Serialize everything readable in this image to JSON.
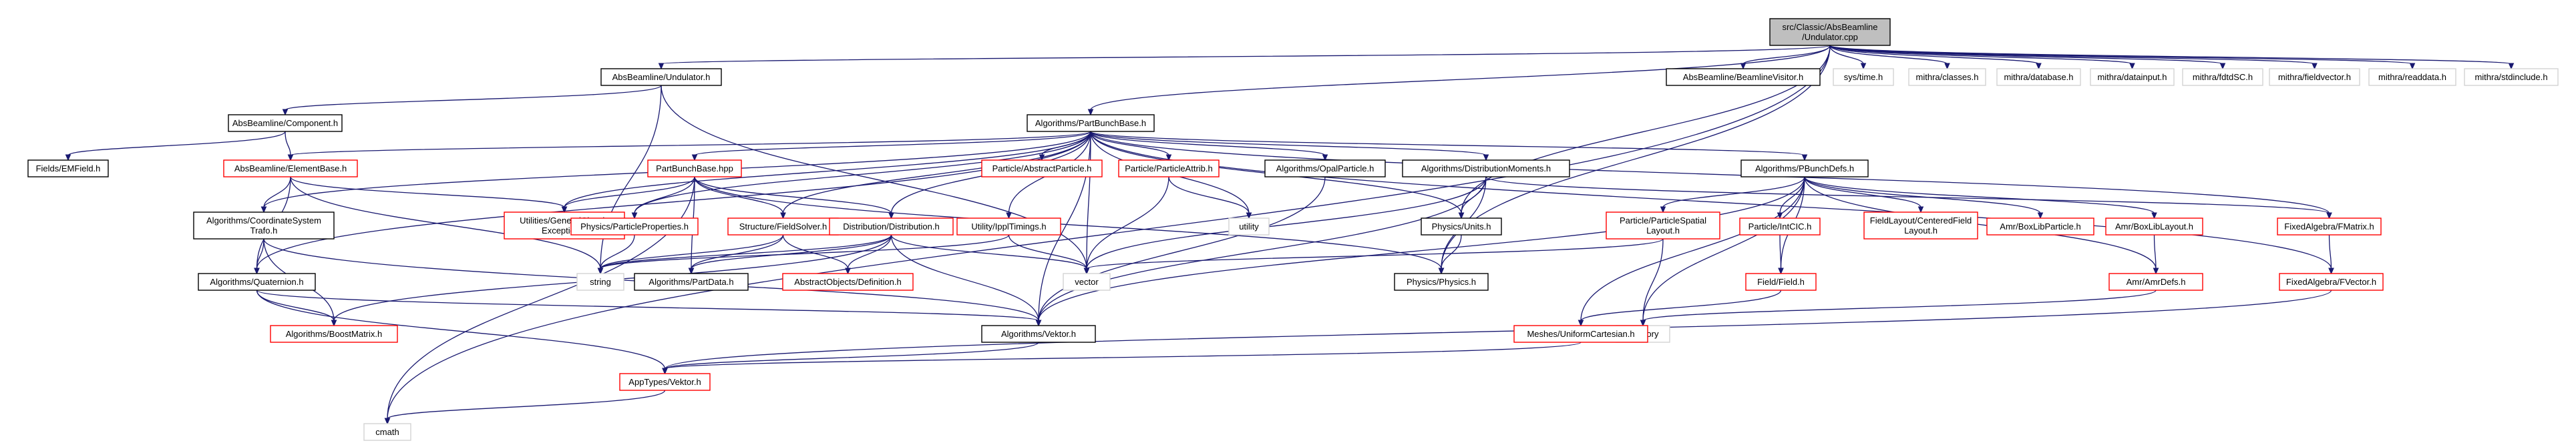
{
  "diagram": {
    "type": "include-dependency-graph",
    "colors": {
      "edge": "#191970",
      "root_fill": "#bfbfbf",
      "documented_border": "#000000",
      "truncated_border": "#ff0000",
      "system_border": "#d3d3d3"
    },
    "nodes": [
      {
        "id": "n0",
        "lines": [
          "src/Classic/AbsBeamline",
          "/Undulator.cpp"
        ],
        "style": "root"
      },
      {
        "id": "n1",
        "lines": [
          "AbsBeamline/Undulator.h"
        ],
        "style": "black"
      },
      {
        "id": "n2",
        "lines": [
          "AbsBeamline/BeamlineVisitor.h"
        ],
        "style": "black"
      },
      {
        "id": "n3",
        "lines": [
          "sys/time.h"
        ],
        "style": "plain"
      },
      {
        "id": "n4",
        "lines": [
          "mithra/classes.h"
        ],
        "style": "plain"
      },
      {
        "id": "n5",
        "lines": [
          "mithra/database.h"
        ],
        "style": "plain"
      },
      {
        "id": "n6",
        "lines": [
          "mithra/datainput.h"
        ],
        "style": "plain"
      },
      {
        "id": "n7",
        "lines": [
          "mithra/fdtdSC.h"
        ],
        "style": "plain"
      },
      {
        "id": "n8",
        "lines": [
          "mithra/fieldvector.h"
        ],
        "style": "plain"
      },
      {
        "id": "n9",
        "lines": [
          "mithra/readdata.h"
        ],
        "style": "plain"
      },
      {
        "id": "n10",
        "lines": [
          "mithra/stdinclude.h"
        ],
        "style": "plain"
      },
      {
        "id": "n11",
        "lines": [
          "AbsBeamline/Component.h"
        ],
        "style": "black"
      },
      {
        "id": "n12",
        "lines": [
          "Algorithms/PartBunchBase.h"
        ],
        "style": "black"
      },
      {
        "id": "n13",
        "lines": [
          "Fields/EMField.h"
        ],
        "style": "black"
      },
      {
        "id": "n14",
        "lines": [
          "AbsBeamline/ElementBase.h"
        ],
        "style": "red"
      },
      {
        "id": "n15",
        "lines": [
          "PartBunchBase.hpp"
        ],
        "style": "red"
      },
      {
        "id": "n16",
        "lines": [
          "Particle/AbstractParticle.h"
        ],
        "style": "red"
      },
      {
        "id": "n17",
        "lines": [
          "Particle/ParticleAttrib.h"
        ],
        "style": "red"
      },
      {
        "id": "n18",
        "lines": [
          "Algorithms/OpalParticle.h"
        ],
        "style": "black"
      },
      {
        "id": "n19",
        "lines": [
          "Algorithms/DistributionMoments.h"
        ],
        "style": "black"
      },
      {
        "id": "n20",
        "lines": [
          "Algorithms/PBunchDefs.h"
        ],
        "style": "black"
      },
      {
        "id": "n21",
        "lines": [
          "Algorithms/CoordinateSystem",
          "Trafo.h"
        ],
        "style": "black"
      },
      {
        "id": "n22",
        "lines": [
          "Utilities/GeneralClassic",
          "Exception.h"
        ],
        "style": "red"
      },
      {
        "id": "n23",
        "lines": [
          "Physics/ParticleProperties.h"
        ],
        "style": "red"
      },
      {
        "id": "n24",
        "lines": [
          "Structure/FieldSolver.h"
        ],
        "style": "red"
      },
      {
        "id": "n25",
        "lines": [
          "Distribution/Distribution.h"
        ],
        "style": "red"
      },
      {
        "id": "n26",
        "lines": [
          "Utility/IpplTimings.h"
        ],
        "style": "red"
      },
      {
        "id": "n27",
        "lines": [
          "utility"
        ],
        "style": "plain"
      },
      {
        "id": "n28",
        "lines": [
          "Physics/Units.h"
        ],
        "style": "black"
      },
      {
        "id": "n29",
        "lines": [
          "Particle/ParticleSpatial",
          "Layout.h"
        ],
        "style": "red"
      },
      {
        "id": "n30",
        "lines": [
          "Particle/IntCIC.h"
        ],
        "style": "red"
      },
      {
        "id": "n31",
        "lines": [
          "FieldLayout/CenteredField",
          "Layout.h"
        ],
        "style": "red"
      },
      {
        "id": "n32",
        "lines": [
          "Amr/BoxLibParticle.h"
        ],
        "style": "red"
      },
      {
        "id": "n33",
        "lines": [
          "Amr/BoxLibLayout.h"
        ],
        "style": "red"
      },
      {
        "id": "n34",
        "lines": [
          "FixedAlgebra/FMatrix.h"
        ],
        "style": "red"
      },
      {
        "id": "n35",
        "lines": [
          "Algorithms/Quaternion.h"
        ],
        "style": "black"
      },
      {
        "id": "n36",
        "lines": [
          "string"
        ],
        "style": "plain"
      },
      {
        "id": "n37",
        "lines": [
          "Algorithms/PartData.h"
        ],
        "style": "black"
      },
      {
        "id": "n38",
        "lines": [
          "AbstractObjects/Definition.h"
        ],
        "style": "red"
      },
      {
        "id": "n39",
        "lines": [
          "vector"
        ],
        "style": "plain"
      },
      {
        "id": "n40",
        "lines": [
          "Physics/Physics.h"
        ],
        "style": "black"
      },
      {
        "id": "n41",
        "lines": [
          "Field/Field.h"
        ],
        "style": "red"
      },
      {
        "id": "n42",
        "lines": [
          "Amr/AmrDefs.h"
        ],
        "style": "red"
      },
      {
        "id": "n43",
        "lines": [
          "FixedAlgebra/FVector.h"
        ],
        "style": "red"
      },
      {
        "id": "n44",
        "lines": [
          "Algorithms/BoostMatrix.h"
        ],
        "style": "red"
      },
      {
        "id": "n45",
        "lines": [
          "Algorithms/Vektor.h"
        ],
        "style": "black"
      },
      {
        "id": "n46",
        "lines": [
          "memory"
        ],
        "style": "plain"
      },
      {
        "id": "n47",
        "lines": [
          "Meshes/UniformCartesian.h"
        ],
        "style": "red"
      },
      {
        "id": "n48",
        "lines": [
          "AppTypes/Vektor.h"
        ],
        "style": "red"
      },
      {
        "id": "n49",
        "lines": [
          "cmath"
        ],
        "style": "plain"
      }
    ],
    "edges": [
      [
        "n0",
        "n1"
      ],
      [
        "n0",
        "n2"
      ],
      [
        "n0",
        "n3"
      ],
      [
        "n0",
        "n4"
      ],
      [
        "n0",
        "n5"
      ],
      [
        "n0",
        "n6"
      ],
      [
        "n0",
        "n7"
      ],
      [
        "n0",
        "n8"
      ],
      [
        "n0",
        "n9"
      ],
      [
        "n0",
        "n10"
      ],
      [
        "n0",
        "n12"
      ],
      [
        "n0",
        "n28"
      ],
      [
        "n0",
        "n40"
      ],
      [
        "n0",
        "n49"
      ],
      [
        "n1",
        "n11"
      ],
      [
        "n1",
        "n36"
      ],
      [
        "n1",
        "n39"
      ],
      [
        "n11",
        "n13"
      ],
      [
        "n11",
        "n14"
      ],
      [
        "n14",
        "n21"
      ],
      [
        "n14",
        "n22"
      ],
      [
        "n14",
        "n36"
      ],
      [
        "n14",
        "n35"
      ],
      [
        "n12",
        "n14"
      ],
      [
        "n12",
        "n15"
      ],
      [
        "n12",
        "n16"
      ],
      [
        "n12",
        "n17"
      ],
      [
        "n12",
        "n18"
      ],
      [
        "n12",
        "n19"
      ],
      [
        "n12",
        "n20"
      ],
      [
        "n12",
        "n21"
      ],
      [
        "n12",
        "n22"
      ],
      [
        "n12",
        "n23"
      ],
      [
        "n12",
        "n24"
      ],
      [
        "n12",
        "n25"
      ],
      [
        "n12",
        "n26"
      ],
      [
        "n12",
        "n27"
      ],
      [
        "n12",
        "n28"
      ],
      [
        "n12",
        "n34"
      ],
      [
        "n12",
        "n43"
      ],
      [
        "n12",
        "n39"
      ],
      [
        "n12",
        "n35"
      ],
      [
        "n12",
        "n45"
      ],
      [
        "n15",
        "n22"
      ],
      [
        "n15",
        "n23"
      ],
      [
        "n15",
        "n24"
      ],
      [
        "n15",
        "n25"
      ],
      [
        "n15",
        "n37"
      ],
      [
        "n15",
        "n40"
      ],
      [
        "n15",
        "n49"
      ],
      [
        "n17",
        "n27"
      ],
      [
        "n17",
        "n39"
      ],
      [
        "n18",
        "n45"
      ],
      [
        "n19",
        "n28"
      ],
      [
        "n19",
        "n40"
      ],
      [
        "n19",
        "n39"
      ],
      [
        "n19",
        "n45"
      ],
      [
        "n19",
        "n34"
      ],
      [
        "n20",
        "n29"
      ],
      [
        "n20",
        "n30"
      ],
      [
        "n20",
        "n31"
      ],
      [
        "n20",
        "n32"
      ],
      [
        "n20",
        "n33"
      ],
      [
        "n20",
        "n41"
      ],
      [
        "n20",
        "n42"
      ],
      [
        "n20",
        "n45"
      ],
      [
        "n20",
        "n46"
      ],
      [
        "n20",
        "n47"
      ],
      [
        "n21",
        "n35"
      ],
      [
        "n21",
        "n44"
      ],
      [
        "n21",
        "n45"
      ],
      [
        "n23",
        "n36"
      ],
      [
        "n24",
        "n36"
      ],
      [
        "n24",
        "n37"
      ],
      [
        "n24",
        "n38"
      ],
      [
        "n25",
        "n36"
      ],
      [
        "n25",
        "n37"
      ],
      [
        "n25",
        "n38"
      ],
      [
        "n25",
        "n39"
      ],
      [
        "n25",
        "n44"
      ],
      [
        "n25",
        "n45"
      ],
      [
        "n26",
        "n36"
      ],
      [
        "n26",
        "n39"
      ],
      [
        "n28",
        "n40"
      ],
      [
        "n29",
        "n39"
      ],
      [
        "n29",
        "n46"
      ],
      [
        "n30",
        "n41"
      ],
      [
        "n33",
        "n42"
      ],
      [
        "n34",
        "n43"
      ],
      [
        "n35",
        "n44"
      ],
      [
        "n35",
        "n45"
      ],
      [
        "n35",
        "n48"
      ],
      [
        "n41",
        "n47"
      ],
      [
        "n42",
        "n46"
      ],
      [
        "n43",
        "n48"
      ],
      [
        "n45",
        "n48"
      ],
      [
        "n47",
        "n48"
      ],
      [
        "n48",
        "n49"
      ]
    ]
  }
}
